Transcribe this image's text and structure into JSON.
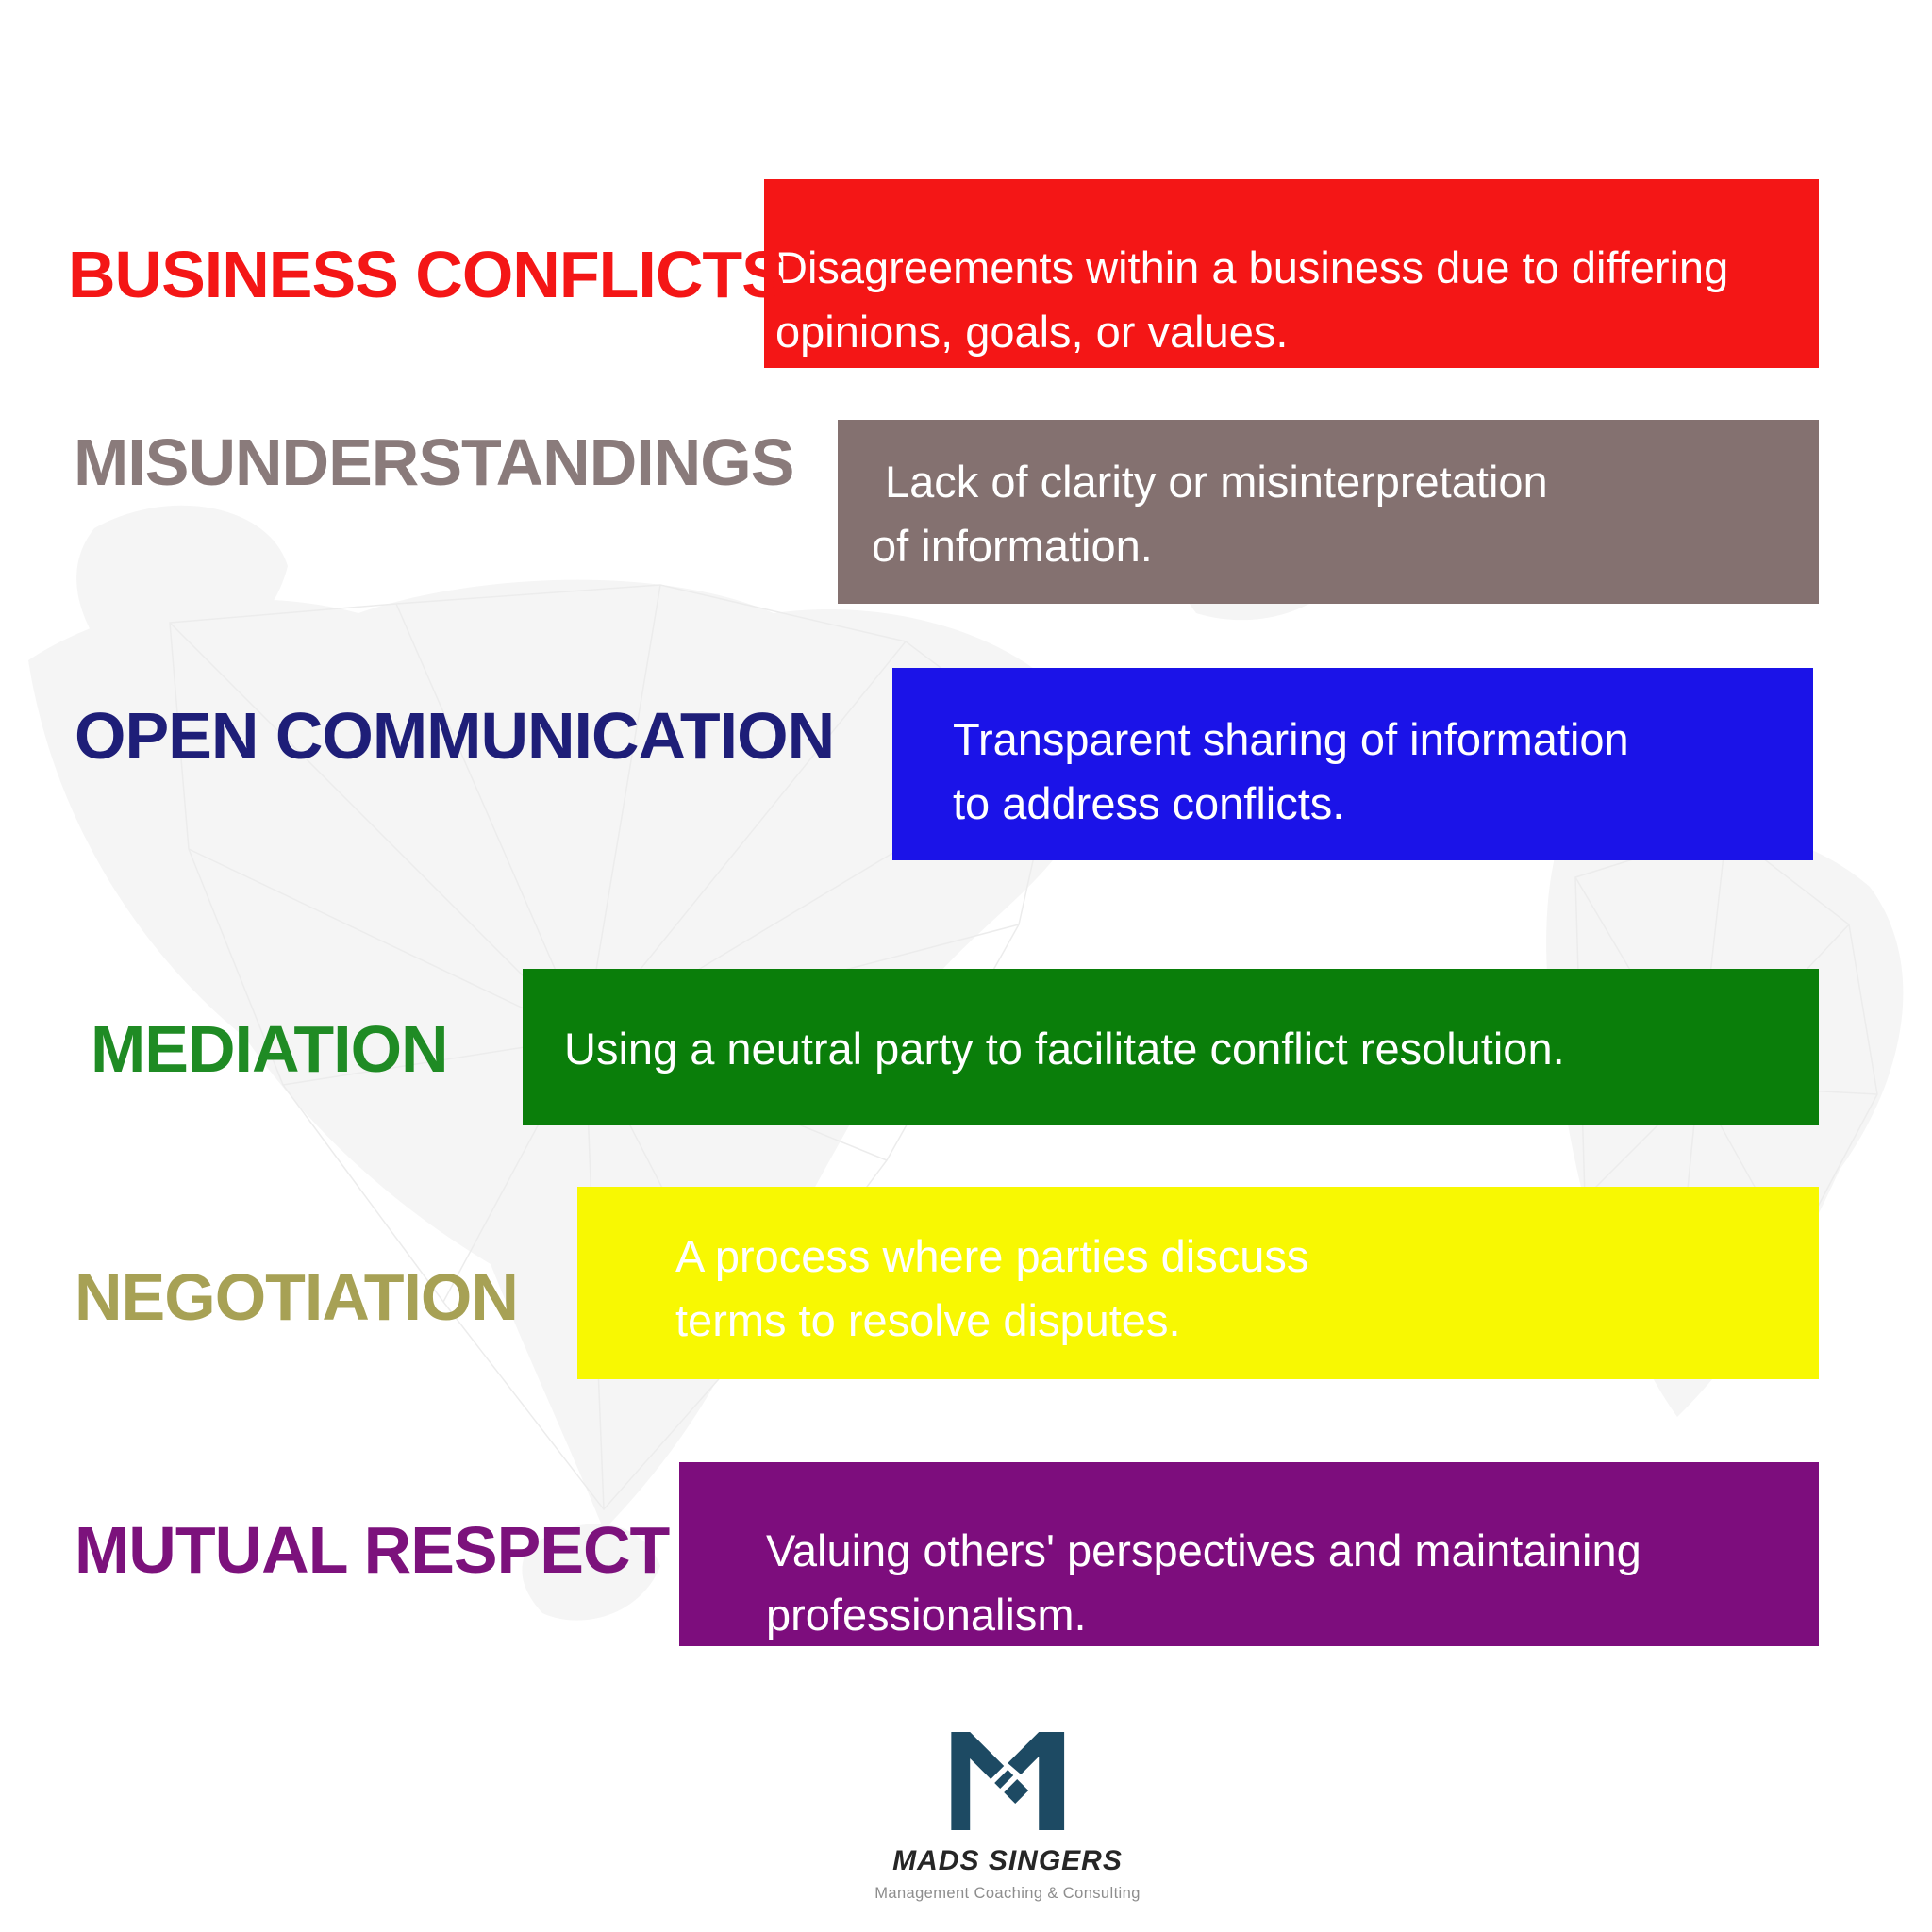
{
  "page": {
    "background": "#ffffff"
  },
  "rows": [
    {
      "label": "BUSINESS CONFLICTS",
      "label_color": "#f41616",
      "bar_color": "#f41616",
      "text_color": "#ffffff",
      "line1": "Disagreements within a business due to differing",
      "line2": "opinions, goals, or values."
    },
    {
      "label": "MISUNDERSTANDINGS",
      "label_color": "#8a7b7b",
      "bar_color": "#847170",
      "text_color": "#ffffff",
      "line1": "Lack of clarity or misinterpretation",
      "line2": "of information."
    },
    {
      "label": "OPEN COMMUNICATION",
      "label_color": "#1e1e78",
      "bar_color": "#1b13e8",
      "text_color": "#ffffff",
      "line1": "Transparent sharing of information",
      "line2": "to address conflicts."
    },
    {
      "label": "MEDIATION",
      "label_color": "#1f8b24",
      "bar_color": "#0a7e0a",
      "text_color": "#ffffff",
      "line1": "Using a neutral party to facilitate conflict resolution.",
      "line2": ""
    },
    {
      "label": "NEGOTIATION",
      "label_color": "#a7a155",
      "bar_color": "#f8f802",
      "text_color": "#ffffff",
      "line1": "A process where parties discuss",
      "line2": "terms to resolve disputes."
    },
    {
      "label": "MUTUAL RESPECT",
      "label_color": "#7c127c",
      "bar_color": "#7d0d7d",
      "text_color": "#ffffff",
      "line1": "Valuing others' perspectives and maintaining",
      "line2": "professionalism."
    }
  ],
  "footer": {
    "brand": "MADS SINGERS",
    "brand_color": "#262626",
    "tagline": "Management Coaching & Consulting",
    "tagline_color": "#8d8d8d",
    "logo_color": "#1d4a63"
  }
}
